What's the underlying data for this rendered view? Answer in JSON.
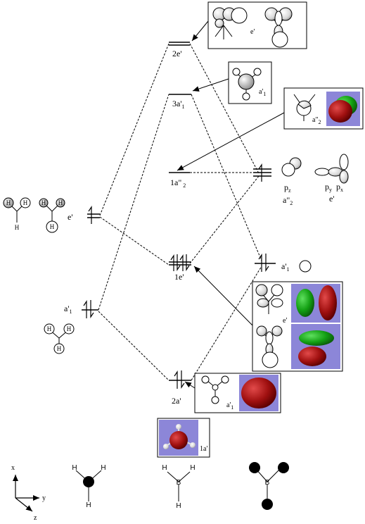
{
  "levels": {
    "l_2e_prime": "2e'",
    "l_3a1_main": "3a'",
    "l_3a1_sub": "1",
    "l_1a2_main": "1a\"",
    "l_1a2_sub": " 2",
    "l_1e_prime": "1e'",
    "l_2a_prime": "2a'",
    "h_e_prime": "e'",
    "h_a1_main": "a'",
    "h_a1_sub": "1",
    "b_a1_main": "a'",
    "b_a1_sub": "1"
  },
  "boron_orbitals": {
    "pz_main": "p",
    "pz_sub": "z",
    "py_main": "p",
    "py_sub": "y",
    "px_main": "p",
    "px_sub": "x",
    "a2_main": "a\"",
    "a2_sub": "2",
    "e_prime": "e'"
  },
  "boxes": {
    "box_2e_label": "e'",
    "box_3a1_main": "a'",
    "box_3a1_sub": "1",
    "box_a2_main": "a\"",
    "box_a2_sub": "2",
    "box_1e_label": "e'",
    "box_2a_main": "a'",
    "box_2a_sub": "1",
    "box_1a_label": "1a'"
  },
  "molecules": {
    "h_atom": "H",
    "b_atom": "B"
  },
  "axes": {
    "x": "x",
    "y": "y",
    "z": "z"
  }
}
